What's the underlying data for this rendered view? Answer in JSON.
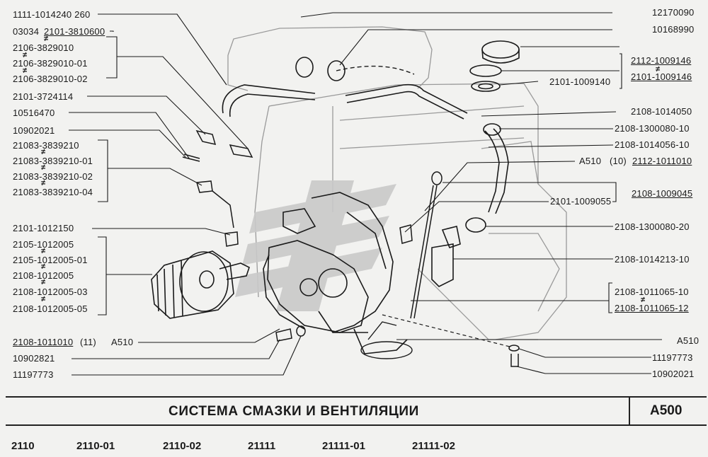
{
  "title": "СИСТЕМА СМАЗКИ И ВЕНТИЛЯЦИИ",
  "code": "A500",
  "models": [
    "2110",
    "2110-01",
    "2110-02",
    "21111",
    "21111-01",
    "21111-02"
  ],
  "ne_symbol": "≠",
  "labels_left": [
    "1111-1014240 260",
    "03034",
    "2101-3810600",
    "2106-3829010",
    "2106-3829010-01",
    "2106-3829010-02",
    "2101-3724114",
    "10516470",
    "10902021",
    "21083-3839210",
    "21083-3839210-01",
    "21083-3839210-02",
    "21083-3839210-04",
    "2101-1012150",
    "2105-1012005",
    "2105-1012005-01",
    "2108-1012005",
    "2108-1012005-03",
    "2108-1012005-05",
    "2108-1011010",
    "(11)",
    "A510",
    "10902821",
    "11197773"
  ],
  "labels_right": [
    "12170090",
    "10168990",
    "2112-1009146",
    "2101-1009146",
    "2101-1009140",
    "2108-1014050",
    "2108-1300080-10",
    "2108-1014056-10",
    "A510",
    "(10)",
    "2112-1011010",
    "2108-1009045",
    "2101-1009055",
    "2108-1300080-20",
    "2108-1014213-10",
    "2108-1011065-10",
    "2108-1011065-12",
    "A510",
    "11197773",
    "10902021"
  ]
}
